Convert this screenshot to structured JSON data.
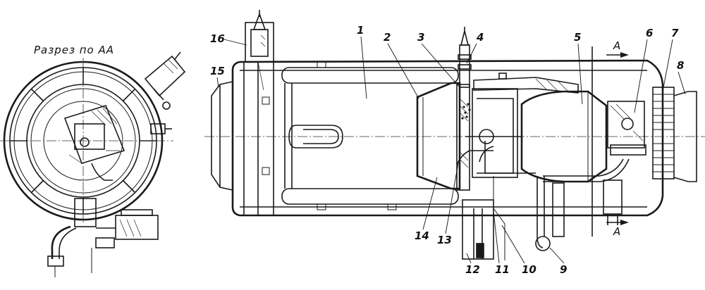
{
  "section_caption": "Разрез по АА",
  "section_markers": [
    "А",
    "А"
  ],
  "callouts": [
    "1",
    "2",
    "3",
    "4",
    "5",
    "6",
    "7",
    "8",
    "9",
    "10",
    "11",
    "12",
    "13",
    "14",
    "15",
    "16"
  ]
}
